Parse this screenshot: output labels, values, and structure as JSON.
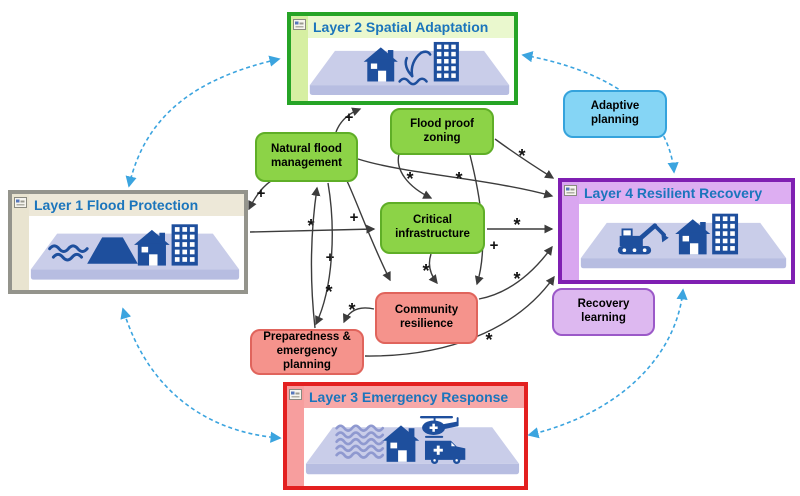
{
  "diagram": {
    "background": "#FFFFFF",
    "edge_color": "#3C3C3C",
    "cycle_color": "#3BA4DF",
    "icon_color": "#1E4F9D",
    "platform_top_color": "#C9CDE9",
    "platform_front_color": "#B7BDE1",
    "flood_wave_color": "#8F99D0",
    "title_color": "#1B75BC",
    "layers": [
      {
        "id": "layer1",
        "title": "Layer 1 Flood Protection",
        "border_color": "#94948C",
        "band_color": "#E9E4D0",
        "titlebar_color": "#EDE8D8",
        "icons": [
          "waves-icon",
          "dike-icon",
          "house-icon",
          "building-icon"
        ]
      },
      {
        "id": "layer2",
        "title": "Layer 2 Spatial Adaptation",
        "border_color": "#26A426",
        "band_color": "#D6EFA2",
        "titlebar_color": "#EAF8CE",
        "icons": [
          "house-icon",
          "reed-plant-icon",
          "building-icon"
        ]
      },
      {
        "id": "layer3",
        "title": "Layer 3 Emergency Response",
        "border_color": "#E32020",
        "band_color": "#F79E9E",
        "titlebar_color": "#F7A8A8",
        "icons": [
          "flood-waves-icon",
          "house-icon",
          "helicopter-icon",
          "ambulance-icon"
        ]
      },
      {
        "id": "layer4",
        "title": "Layer 4 Resilient Recovery",
        "border_color": "#7F1FB2",
        "band_color": "#D9A6F0",
        "titlebar_color": "#DDAEF2",
        "icons": [
          "excavator-icon",
          "house-icon",
          "building-icon"
        ]
      }
    ],
    "nodes": [
      {
        "id": "natural-flood-management",
        "label": "Natural flood management",
        "fill": "#8CD347",
        "border_color": "#5FAE27"
      },
      {
        "id": "flood-proof-zoning",
        "label": "Flood proof zoning",
        "fill": "#8CD347",
        "border_color": "#5FAE27"
      },
      {
        "id": "critical-infrastructure",
        "label": "Critical infrastructure",
        "fill": "#8CD347",
        "border_color": "#5FAE27"
      },
      {
        "id": "community-resilience",
        "label": "Community resilience",
        "fill": "#F5938C",
        "border_color": "#E0645C"
      },
      {
        "id": "preparedness-emergency-planning",
        "label": "Preparedness & emergency planning",
        "fill": "#F5938C",
        "border_color": "#E0645C"
      },
      {
        "id": "adaptive-planning",
        "label": "Adaptive planning",
        "fill": "#85D5F5",
        "border_color": "#35A3DC"
      },
      {
        "id": "recovery-learning",
        "label": "Recovery learning",
        "fill": "#DDB8F0",
        "border_color": "#9B59C8"
      }
    ],
    "edges": [
      {
        "from": "natural-flood-management",
        "to": "layer2",
        "sign": "+"
      },
      {
        "from": "natural-flood-management",
        "to": "layer1",
        "sign": "+"
      },
      {
        "from": "layer1",
        "to": "critical-infrastructure",
        "sign": "*"
      },
      {
        "from": "natural-flood-management",
        "to": "community-resilience",
        "sign": "+"
      },
      {
        "from": "flood-proof-zoning",
        "to": "critical-infrastructure",
        "sign": "*"
      },
      {
        "from": "flood-proof-zoning",
        "to": "community-resilience",
        "sign": "+"
      },
      {
        "from": "flood-proof-zoning",
        "to": "layer4",
        "sign": "*"
      },
      {
        "from": "natural-flood-management",
        "to": "layer4",
        "sign": "*"
      },
      {
        "from": "critical-infrastructure",
        "to": "layer4",
        "sign": "*"
      },
      {
        "from": "critical-infrastructure",
        "to": "community-resilience",
        "sign": "*"
      },
      {
        "from": "community-resilience",
        "to": "layer4",
        "sign": "*"
      },
      {
        "from": "preparedness-emergency-planning",
        "to": "layer4",
        "sign": "*"
      },
      {
        "from": "community-resilience",
        "to": "preparedness-emergency-planning",
        "sign": "*"
      },
      {
        "from": "preparedness-emergency-planning",
        "to": "natural-flood-management",
        "sign": "+"
      },
      {
        "from": "natural-flood-management",
        "to": "preparedness-emergency-planning",
        "sign": "*"
      }
    ],
    "cycle_links": [
      {
        "a": "layer1",
        "b": "layer2"
      },
      {
        "a": "layer2",
        "b": "layer4"
      },
      {
        "a": "layer4",
        "b": "layer3"
      },
      {
        "a": "layer3",
        "b": "layer1"
      }
    ]
  }
}
